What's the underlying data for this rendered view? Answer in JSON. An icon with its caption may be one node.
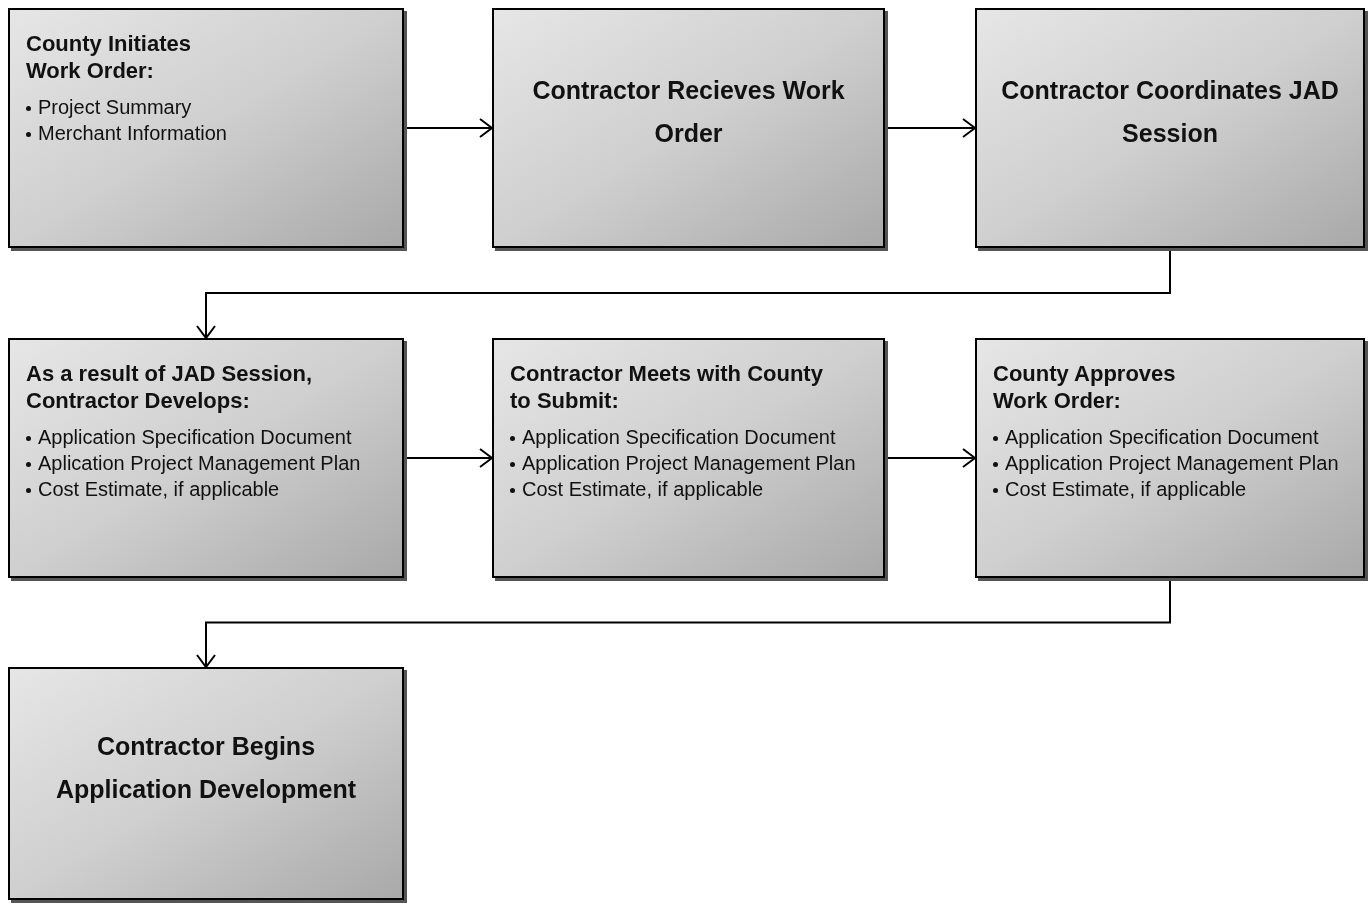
{
  "diagram": {
    "nodes": [
      {
        "text": [
          "County Initiates Work Order:",
          "Project Summary",
          "Merchant Information"
        ]
      },
      {
        "text": [
          "Contractor Recieves Work Order"
        ]
      },
      {
        "text": [
          "Contractor Coordinates JAD Session"
        ]
      },
      {
        "text": [
          "As a result of  JAD Session, Contractor Develops:",
          "Application Specification Document",
          "Aplication Project Management Plan",
          "Cost Estimate, if applicable"
        ]
      },
      {
        "text": [
          "Contractor Meets with County to Submit:",
          "Application Specification Document",
          "Application Project Management Plan",
          "Cost Estimate, if applicable"
        ]
      },
      {
        "text": [
          "County Approves Work Order:",
          "Application Specification Document",
          "Application Project Management Plan",
          "Cost Estimate, if applicable"
        ]
      },
      {
        "text": [
          "Contractor Begins Application Development"
        ]
      }
    ],
    "edges": [
      {
        "from": 0,
        "to": 1,
        "arrow": "to"
      },
      {
        "from": 1,
        "to": 2,
        "arrow": "to"
      },
      {
        "from": 2,
        "to": 3,
        "arrow": "to"
      },
      {
        "from": 3,
        "to": 4,
        "arrow": "to"
      },
      {
        "from": 4,
        "to": 5,
        "arrow": "to"
      },
      {
        "from": 5,
        "to": 6,
        "arrow": "to"
      }
    ]
  }
}
